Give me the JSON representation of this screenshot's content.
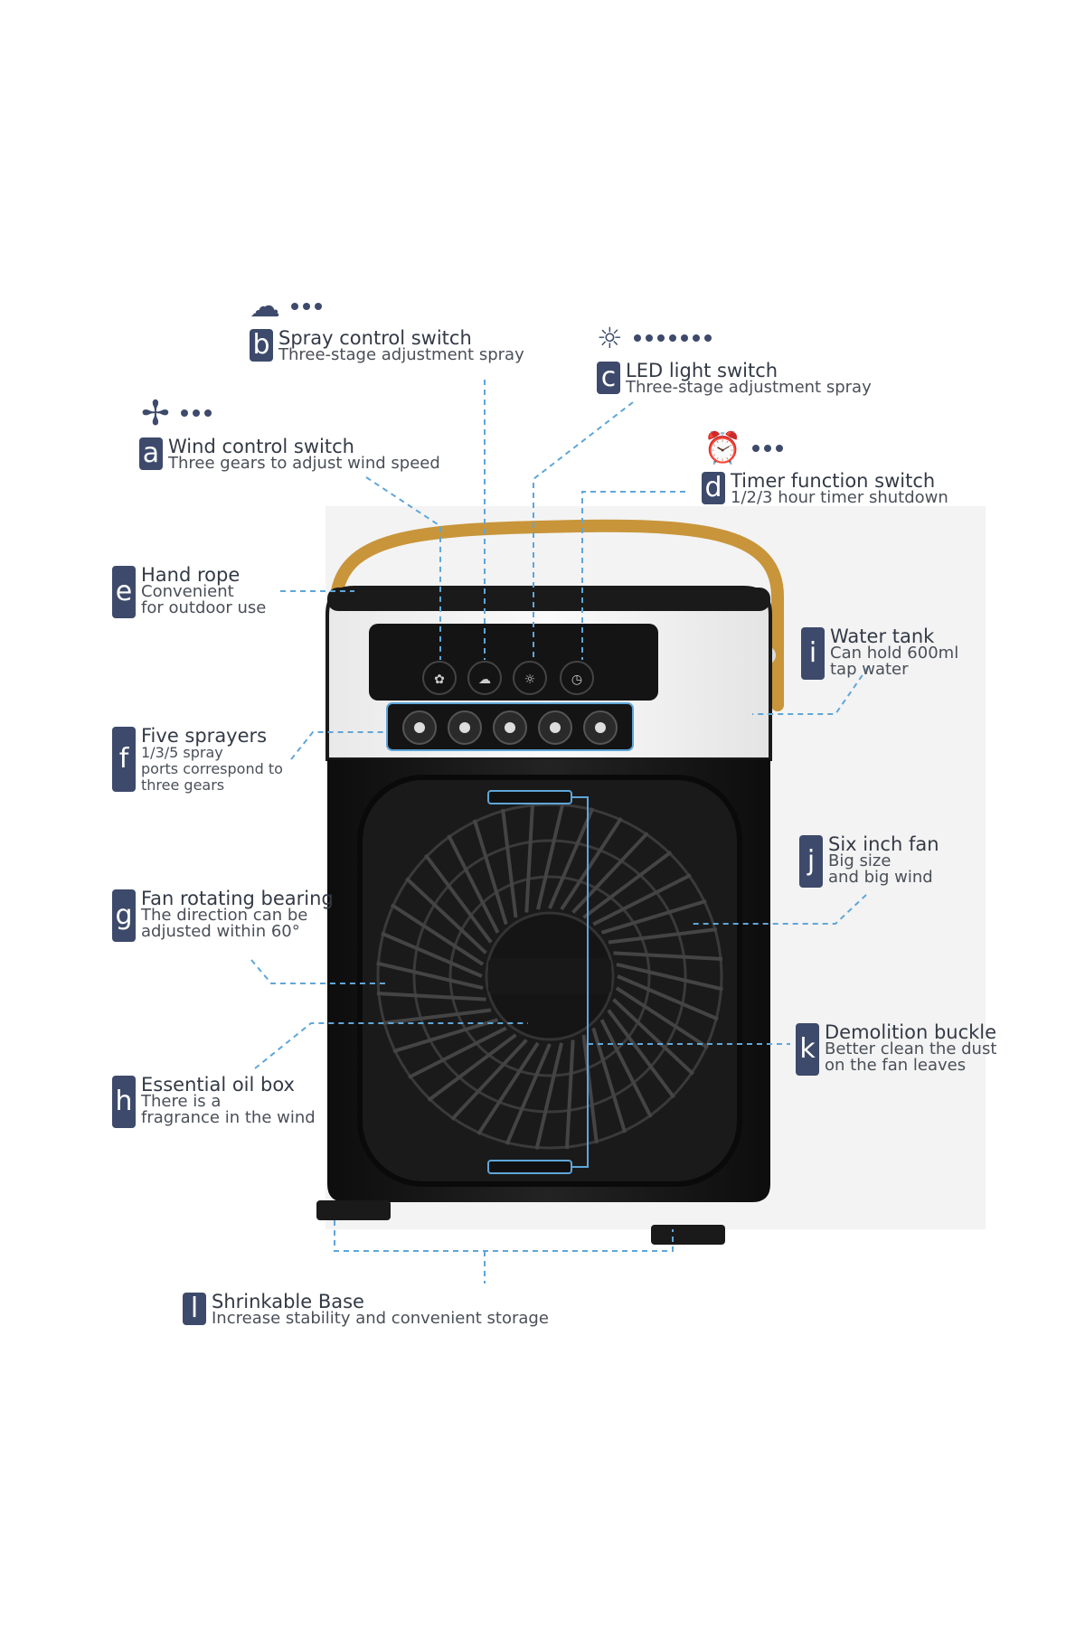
{
  "labels": {
    "a": {
      "letter": "a",
      "title": "Wind control switch",
      "sub": [
        "Three gears to adjust wind speed"
      ],
      "icon": "fan-icon",
      "dots": 3
    },
    "b": {
      "letter": "b",
      "title": "Spray control switch",
      "sub": [
        "Three-stage adjustment spray"
      ],
      "icon": "spray-icon",
      "dots": 3
    },
    "c": {
      "letter": "c",
      "title": "LED light switch",
      "sub": [
        "Three-stage adjustment spray"
      ],
      "icon": "light-bulb-icon",
      "dots": 7
    },
    "d": {
      "letter": "d",
      "title": "Timer function switch",
      "sub": [
        "1/2/3 hour timer shutdown"
      ],
      "icon": "alarm-clock-icon",
      "dots": 3
    },
    "e": {
      "letter": "e",
      "title": "Hand rope",
      "sub": [
        "Convenient",
        "for outdoor use"
      ]
    },
    "f": {
      "letter": "f",
      "title": "Five sprayers",
      "sub": [
        "1/3/5 spray",
        "ports correspond to",
        "three gears"
      ]
    },
    "g": {
      "letter": "g",
      "title": "Fan rotating bearing",
      "sub": [
        "The direction can be",
        "adjusted within 60°"
      ]
    },
    "h": {
      "letter": "h",
      "title": "Essential oil box",
      "sub": [
        "There is a",
        "fragrance in the wind"
      ]
    },
    "i": {
      "letter": "i",
      "title": "Water tank",
      "sub": [
        "Can hold 600ml",
        "tap water"
      ]
    },
    "j": {
      "letter": "j",
      "title": "Six inch fan",
      "sub": [
        "Big size",
        "and big wind"
      ]
    },
    "k": {
      "letter": "k",
      "title": "Demolition buckle",
      "sub": [
        "Better clean the dust",
        "on the fan leaves"
      ]
    },
    "l": {
      "letter": "l",
      "title": "Shrinkable Base",
      "sub": [
        "Increase stability and convenient storage"
      ]
    }
  },
  "colors": {
    "badge": "#3d4a6b",
    "dashed_line": "#5fa6d8",
    "handle": "#c9953a",
    "body": "#151515"
  }
}
